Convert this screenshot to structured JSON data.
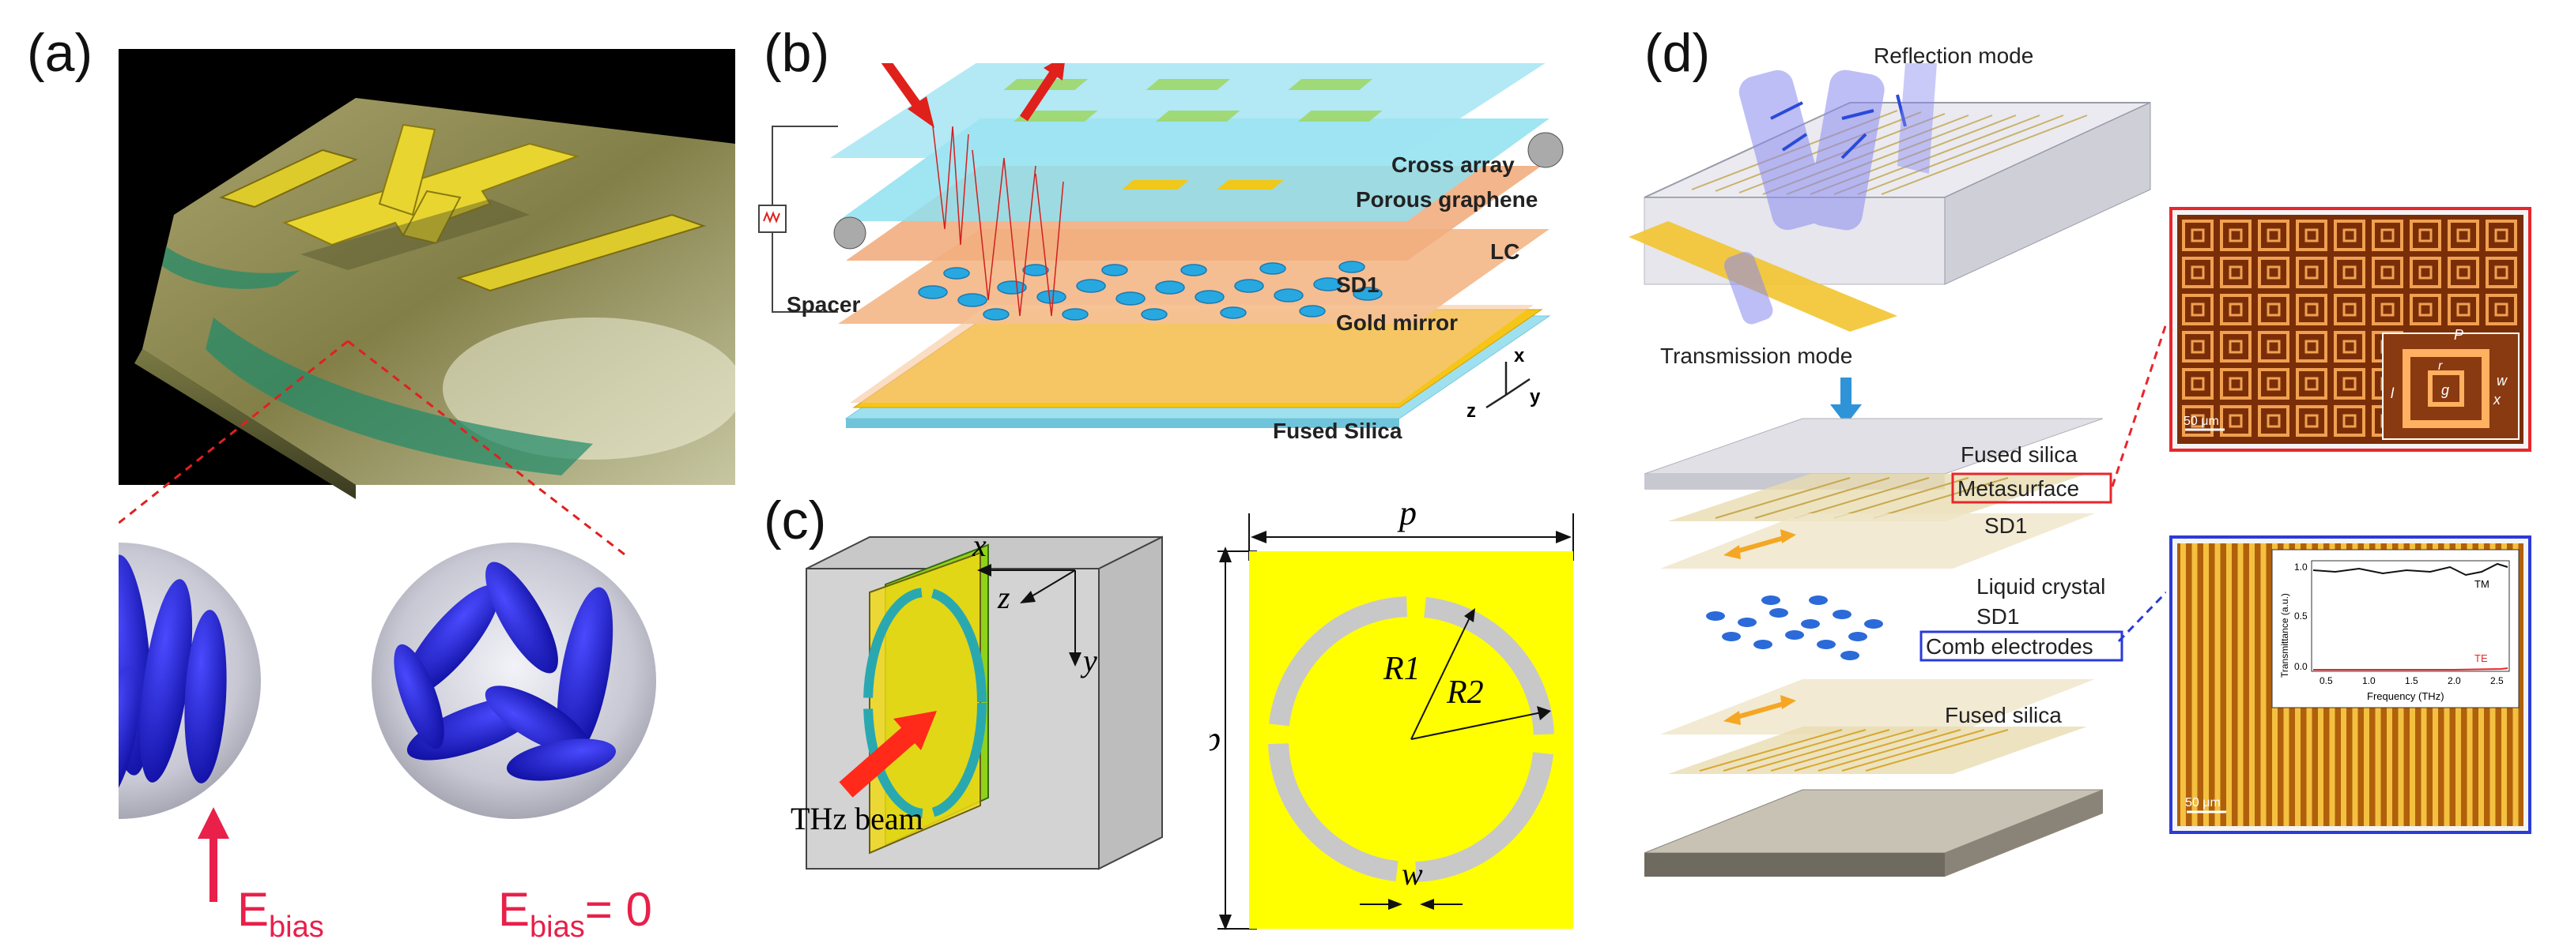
{
  "panel_a": {
    "label": "(a)",
    "e_bias_left": "E",
    "e_bias_left_sub": "bias",
    "e_bias_right": "E",
    "e_bias_right_sub": "bias",
    "e_bias_right_eq": "= 0",
    "colors": {
      "lc_blue": "#1a1ad8",
      "arrow_red": "#e8204a",
      "gold": "#d8c52a"
    }
  },
  "panel_b": {
    "label": "(b)",
    "layers": {
      "cross_array": "Cross array",
      "porous_graphene": "Porous graphene",
      "lc": "LC",
      "sd1": "SD1",
      "spacer": "Spacer",
      "gold_mirror": "Gold mirror",
      "fused_silica": "Fused Silica"
    },
    "axes": {
      "x": "x",
      "y": "y",
      "z": "z"
    }
  },
  "panel_c": {
    "label": "(c)",
    "thz_beam": "THz beam",
    "axes": {
      "x": "x",
      "y": "y",
      "z": "z"
    },
    "dims": {
      "p_top": "p",
      "p_side": "p",
      "r1": "R1",
      "r2": "R2",
      "w": "w"
    }
  },
  "panel_d": {
    "label": "(d)",
    "reflection_mode": "Reflection mode",
    "transmission_mode": "Transmission mode",
    "layers": {
      "fused_silica_top": "Fused silica",
      "metasurface": "Metasurface",
      "sd1_top": "SD1",
      "liquid_crystal": "Liquid crystal",
      "sd1_bottom": "SD1",
      "comb_electrodes": "Comb electrodes",
      "fused_silica_bottom": "Fused silica"
    },
    "inset_top": {
      "scale": "50 μm",
      "dims": {
        "p": "P",
        "r": "r",
        "g": "g",
        "l": "l",
        "w": "w",
        "x": "x"
      }
    },
    "inset_bottom": {
      "scale": "50 μm",
      "plot": {
        "ylabel": "Transmittance (a.u.)",
        "xlabel": "Frequency (THz)",
        "y_ticks": [
          "1.0",
          "0.5",
          "0.0"
        ],
        "x_ticks": [
          "0.5",
          "1.0",
          "1.5",
          "2.0",
          "2.5"
        ],
        "tm": "TM",
        "te": "TE"
      }
    },
    "colors": {
      "metasurface_frame": "#e8262b",
      "comb_frame": "#2b3bd8",
      "arrow_blue": "#2f93d8",
      "orange": "#f5a623"
    }
  }
}
